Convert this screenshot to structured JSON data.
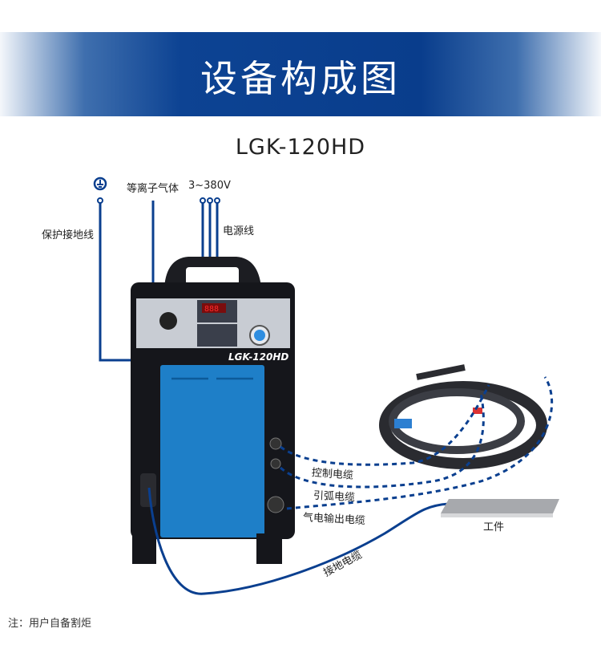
{
  "banner": {
    "title": "设备构成图"
  },
  "model": "LGK-120HD",
  "machine_label": "LGK-120HD",
  "labels": {
    "ground_symbol": "⏚",
    "plasma_gas": "等离子气体",
    "voltage": "3~380V",
    "power_cable": "电源线",
    "protective_ground": "保护接地线",
    "control_cable": "控制电缆",
    "arc_cable": "引弧电缆",
    "gas_power_output_cable": "气电输出电缆",
    "workpiece": "工件",
    "ground_cable": "接地电缆"
  },
  "display_value": "888",
  "footer": "注：用户自备割炬",
  "colors": {
    "accent": "#0d4393",
    "line": "#0a3f8f",
    "grille": "#1e7fc8"
  }
}
